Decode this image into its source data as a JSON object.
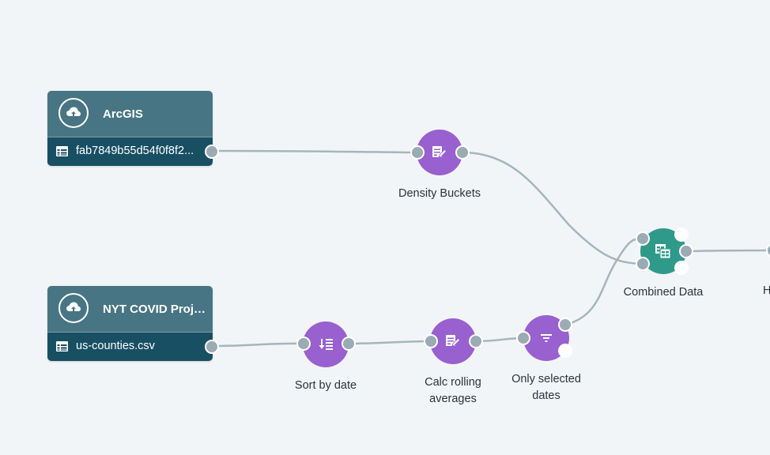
{
  "sources": [
    {
      "title": "ArcGIS",
      "file": "fab7849b55d54f0f8f2...",
      "icon": "cloud-upload-icon"
    },
    {
      "title": "NYT COVID Proje...",
      "file": "us-counties.csv",
      "icon": "cloud-upload-icon"
    }
  ],
  "nodes": {
    "density_buckets": "Density Buckets",
    "sort_by_date": "Sort by date",
    "calc_rolling_line1": "Calc rolling",
    "calc_rolling_line2": "averages",
    "only_selected_line1": "Only selected",
    "only_selected_line2": "dates",
    "combined_data": "Combined Data",
    "offscreen_partial": "H"
  },
  "colors": {
    "background": "#f2f5f7",
    "card_header": "#487583",
    "card_footer": "#184f63",
    "transform_node": "#9960cf",
    "join_node": "#2f9a8a",
    "link": "#a4b6bd",
    "port": "#9aabb4"
  }
}
